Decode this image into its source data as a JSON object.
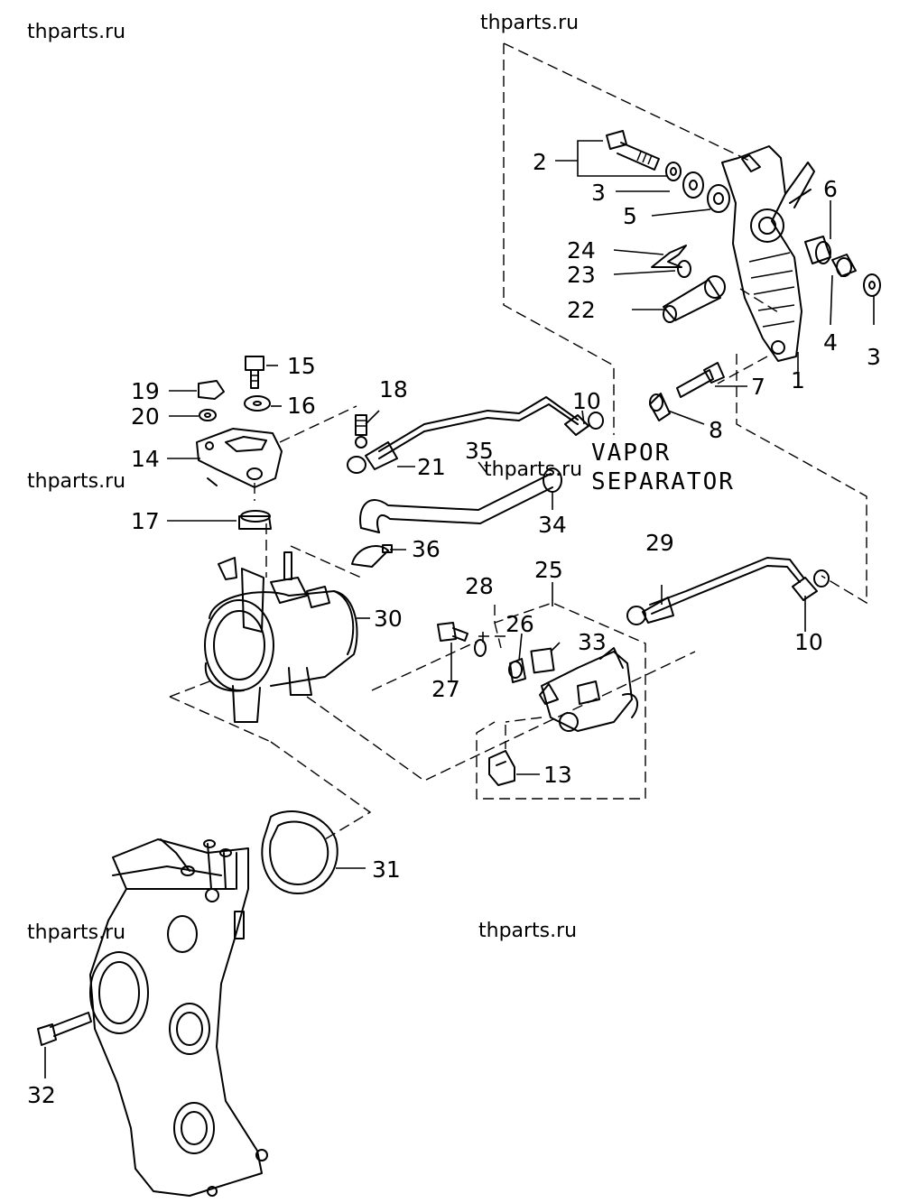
{
  "watermarks": [
    "thparts.ru",
    "thparts.ru",
    "thparts.ru",
    "thparts.ru",
    "thparts.ru",
    "thparts.ru"
  ],
  "caption": {
    "line1": "VAPOR",
    "line2": "SEPARATOR"
  },
  "callouts": [
    "1",
    "2",
    "3",
    "3",
    "4",
    "5",
    "6",
    "7",
    "8",
    "10",
    "10",
    "13",
    "14",
    "15",
    "16",
    "17",
    "18",
    "19",
    "20",
    "21",
    "22",
    "23",
    "24",
    "25",
    "26",
    "27",
    "28",
    "29",
    "30",
    "31",
    "32",
    "33",
    "34",
    "35",
    "36"
  ]
}
